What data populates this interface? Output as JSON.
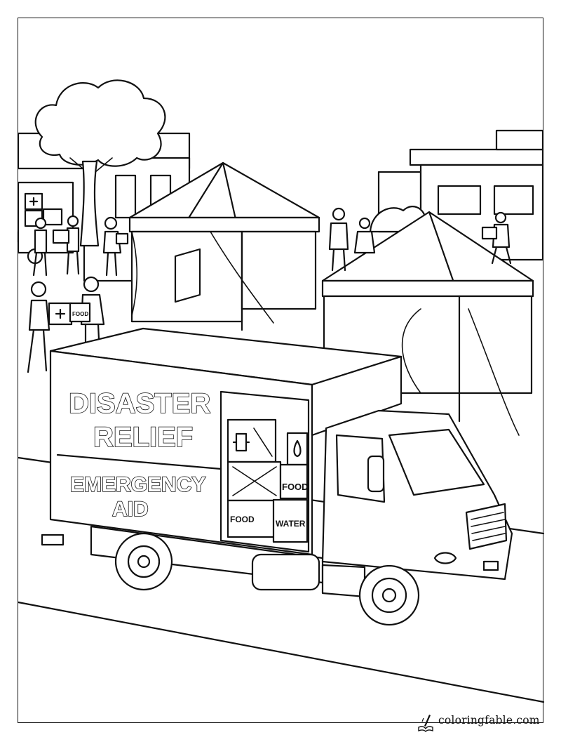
{
  "truck": {
    "line1": "DISASTER",
    "line2": "RELIEF",
    "line3": "EMERGENCY",
    "line4": "AID"
  },
  "boxes": {
    "food_upper": "FOOD",
    "food_lower": "FOOD",
    "water": "WATER",
    "carried_box": "FOOD"
  },
  "footer": {
    "site": "coloringfable.com"
  },
  "icons": {
    "medical": "medical-cross-icon",
    "water": "water-drop-icon",
    "logo": "pen-and-book-icon"
  }
}
